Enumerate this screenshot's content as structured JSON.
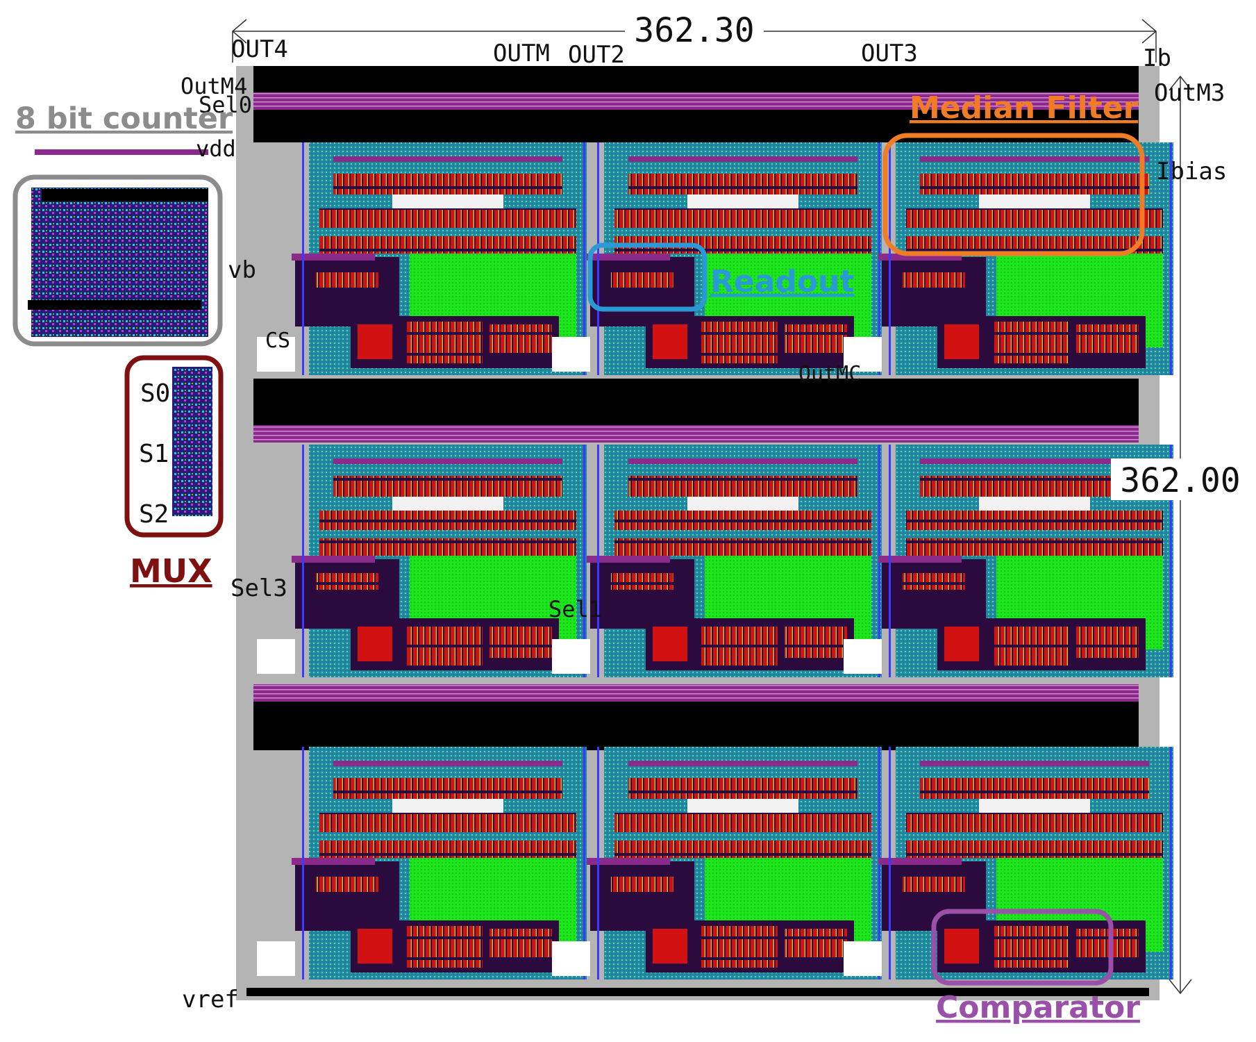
{
  "dimensions": {
    "width": "362.30",
    "height": "362.00"
  },
  "pins": {
    "top": [
      "OUT4",
      "OUTM",
      "OUT2",
      "OUT3",
      "Ib"
    ],
    "right": [
      "OutM3",
      "Ibias"
    ],
    "left": [
      "OutM4",
      "Sel0",
      "vdd",
      "vb",
      "CS",
      "Sel3"
    ],
    "mid": [
      "Sel1",
      "OutMC"
    ],
    "bottom": [
      "vref"
    ],
    "mux": [
      "S0",
      "S1",
      "S2"
    ]
  },
  "callouts": {
    "counter": {
      "label": "8 bit counter",
      "color": "#8c8c8c"
    },
    "mux": {
      "label": "MUX",
      "color": "#7f1010"
    },
    "median": {
      "label": "Median Filter",
      "color": "#f07d25"
    },
    "readout": {
      "label": "Readout",
      "color": "#2a9ad6"
    },
    "comparator": {
      "label": "Comparator",
      "color": "#9a4fa8"
    }
  },
  "layout_colors": {
    "green": "#1ee61e",
    "teal": "#1f8e92",
    "red": "#d21212",
    "purple": "#8a2a8a",
    "black": "#000000",
    "gray": "#b4b4b4"
  }
}
